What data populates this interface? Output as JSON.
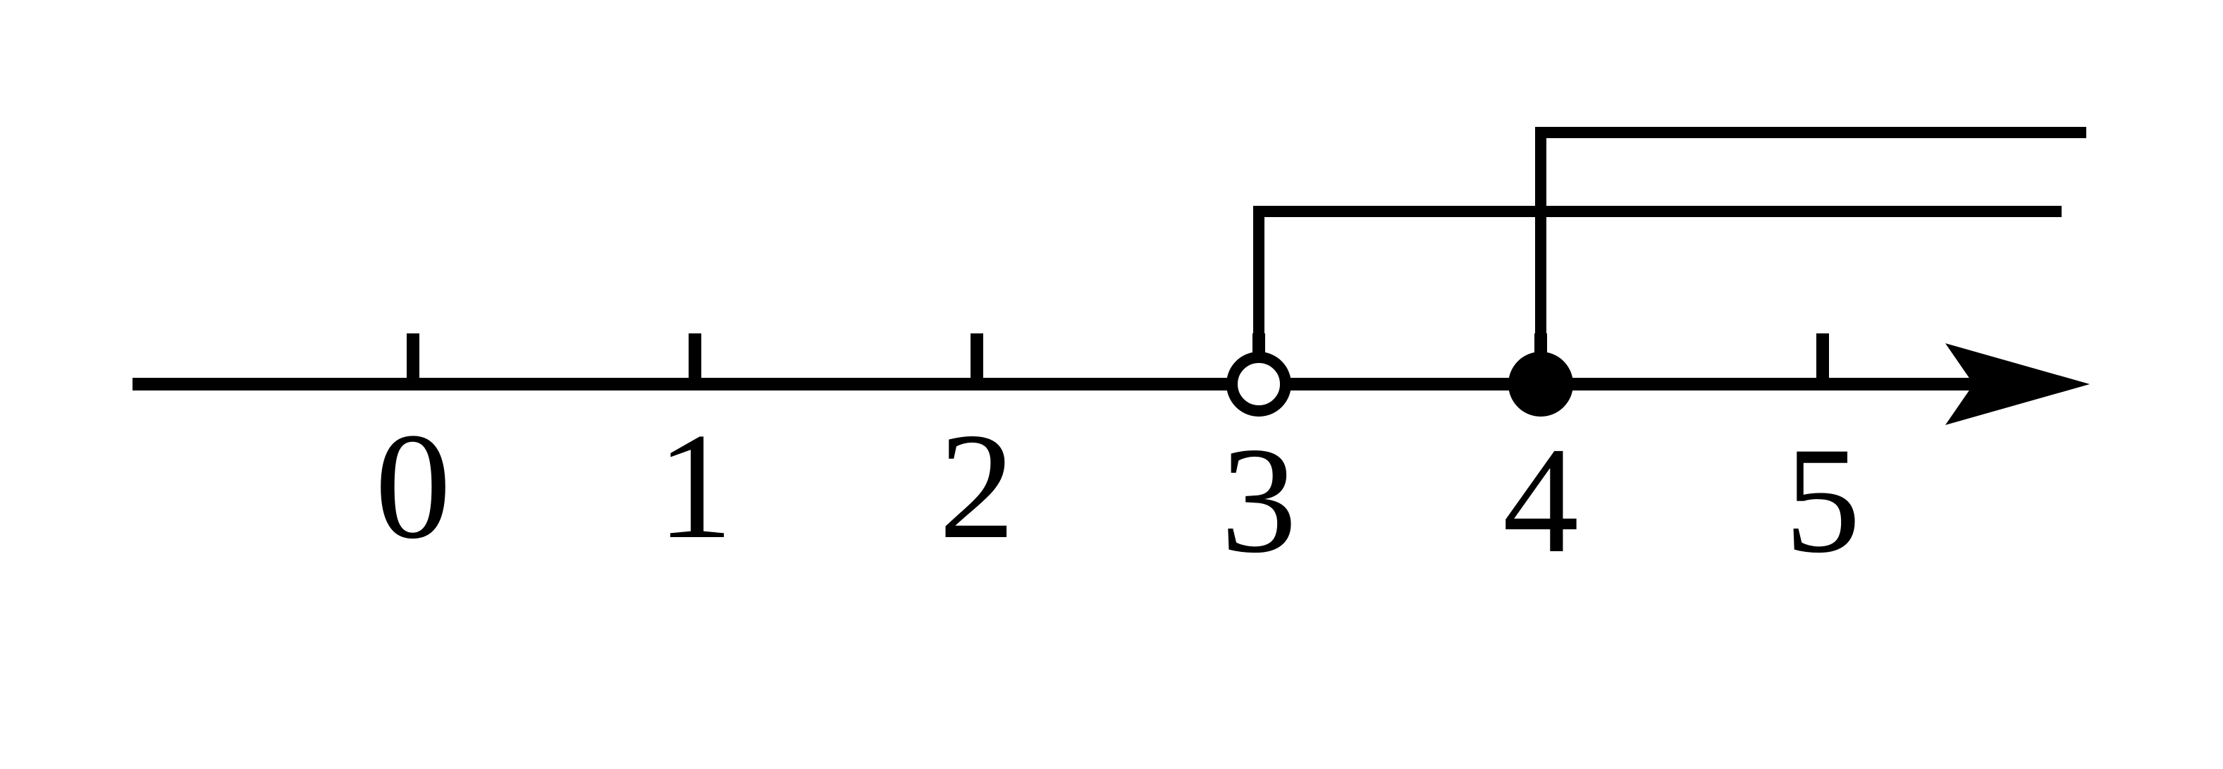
{
  "number_line": {
    "tick_labels": [
      "0",
      "1",
      "2",
      "3",
      "4",
      "5"
    ],
    "ticks": [
      0,
      1,
      2,
      3,
      4,
      5
    ],
    "points": [
      {
        "value": 3,
        "style": "open"
      },
      {
        "value": 4,
        "style": "closed"
      }
    ],
    "rays": [
      {
        "from": 3,
        "direction": "right",
        "level": 1
      },
      {
        "from": 4,
        "direction": "right",
        "level": 2
      }
    ],
    "arrow_direction": "right",
    "line_color": "#000000"
  }
}
